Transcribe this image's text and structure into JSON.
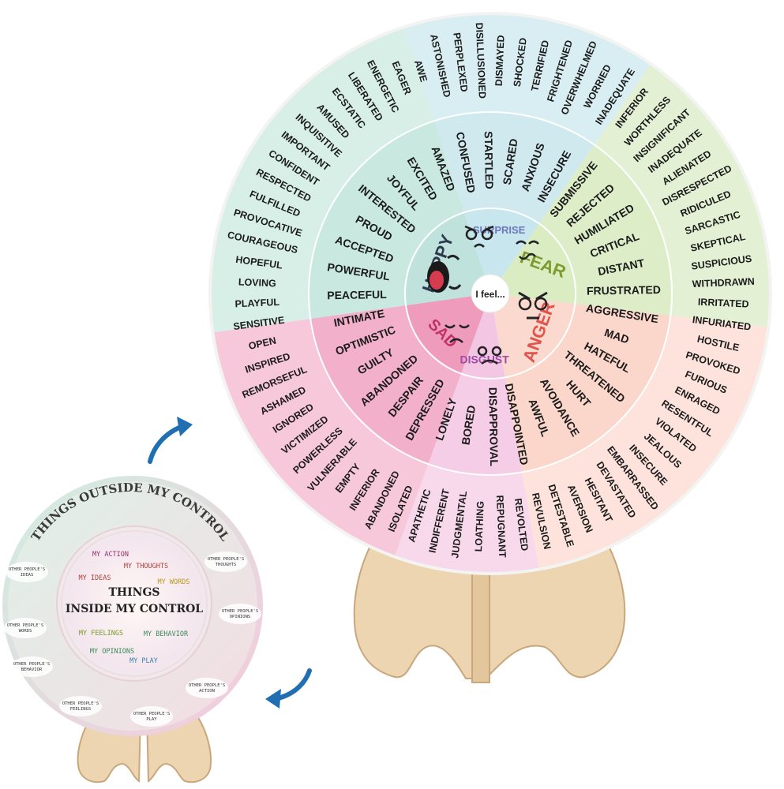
{
  "wheel": {
    "center_label": "I feel...",
    "core": [
      {
        "label": "SURPRISE",
        "color": "#6f78b8",
        "fill": "#c7e6ee"
      },
      {
        "label": "FEAR",
        "color": "#7f9a2e",
        "fill": "#d9ecc2"
      },
      {
        "label": "ANGER",
        "color": "#e0544b",
        "fill": "#fbd9cf"
      },
      {
        "label": "DISGUST",
        "color": "#a04aa6",
        "fill": "#f3c7e3"
      },
      {
        "label": "SAD",
        "color": "#c23366",
        "fill": "#ef9bbb"
      },
      {
        "label": "HAPPY",
        "color": "#2d3a4d",
        "fill": "#bfe3dc"
      }
    ],
    "middle": [
      "EXCITED",
      "AMAZED",
      "CONFUSED",
      "STARTLED",
      "SCARED",
      "ANXIOUS",
      "INSECURE",
      "SUBMISSIVE",
      "REJECTED",
      "HUMILIATED",
      "CRITICAL",
      "DISTANT",
      "FRUSTRATED",
      "AGGRESSIVE",
      "MAD",
      "HATEFUL",
      "THREATENED",
      "HURT",
      "AVOIDANCE",
      "AWFUL",
      "DISAPPOINTED",
      "DISAPPROVAL",
      "BORED",
      "LONELY",
      "DEPRESSED",
      "DESPAIR",
      "ABANDONED",
      "GUILTY",
      "OPTIMISTIC",
      "INTIMATE",
      "PEACEFUL",
      "POWERFUL",
      "ACCEPTED",
      "PROUD",
      "INTERESTED",
      "JOYFUL"
    ],
    "outer": [
      "AWE",
      "ASTONISHED",
      "PERPLEXED",
      "DISILLUSIONED",
      "DISMAYED",
      "SHOCKED",
      "TERRIFIED",
      "FRIGHTENED",
      "OVERWHELMED",
      "WORRIED",
      "INADEQUATE",
      "INFERIOR",
      "WORTHLESS",
      "INSIGNIFICANT",
      "INADEQUATE",
      "ALIENATED",
      "DISRESPECTED",
      "RIDICULED",
      "SARCASTIC",
      "SKEPTICAL",
      "SUSPICIOUS",
      "WITHDRAWN",
      "IRRITATED",
      "INFURIATED",
      "HOSTILE",
      "PROVOKED",
      "FURIOUS",
      "ENRAGED",
      "RESENTFUL",
      "VIOLATED",
      "JEALOUS",
      "INSECURE",
      "EMBARRASSED",
      "DEVASTATED",
      "HESITANT",
      "AVERSION",
      "DETESTABLE",
      "REVULSION",
      "REVOLTED",
      "REPUGNANT",
      "LOATHING",
      "JUDGMENTAL",
      "INDIFFERENT",
      "APATHETIC",
      "ISOLATED",
      "ABANDONED",
      "INFERIOR",
      "EMPTY",
      "VULNERABLE",
      "POWERLESS",
      "VICTIMIZED",
      "IGNORED",
      "ASHAMED",
      "REMORSEFUL",
      "INSPIRED",
      "OPEN",
      "SENSITIVE",
      "PLAYFUL",
      "LOVING",
      "HOPEFUL",
      "COURAGEOUS",
      "PROVOCATIVE",
      "FULFILLED",
      "RESPECTED",
      "CONFIDENT",
      "IMPORTANT",
      "INQUISITIVE",
      "AMUSED",
      "ECSTATIC",
      "LIBERATED",
      "ENERGETIC",
      "EAGER"
    ]
  },
  "control_board": {
    "title": "THINGS OUTSIDE MY CONTROL",
    "inner_title_1": "THINGS",
    "inner_title_2": "INSIDE MY CONTROL",
    "inside_items": [
      {
        "text": "MY ACTION",
        "color": "#9b2b6e"
      },
      {
        "text": "MY THOUGHTS",
        "color": "#b3413a"
      },
      {
        "text": "MY IDEAS",
        "color": "#b3413a"
      },
      {
        "text": "MY WORDS",
        "color": "#b99a1d"
      },
      {
        "text": "MY FEELINGS",
        "color": "#7a9a2a"
      },
      {
        "text": "MY BEHAVIOR",
        "color": "#3b8a5a"
      },
      {
        "text": "MY OPINIONS",
        "color": "#3b8a5a"
      },
      {
        "text": "MY PLAY",
        "color": "#3a7fa8"
      }
    ],
    "outside_items": [
      "OTHER PEOPLE'S IDEAS",
      "OTHER PEOPLE'S THOUGHTS",
      "OTHER PEOPLE'S WORDS",
      "OTHER PEOPLE'S OPINIONS",
      "OTHER PEOPLE'S BEHAVIOR",
      "OTHER PEOPLE'S ACTION",
      "OTHER PEOPLE'S FEELINGS",
      "OTHER PEOPLE'S PLAY"
    ]
  },
  "colors": {
    "arrow": "#1f6fb2",
    "wood": "#ecd5b0",
    "wood_edge": "#c9a77c"
  }
}
